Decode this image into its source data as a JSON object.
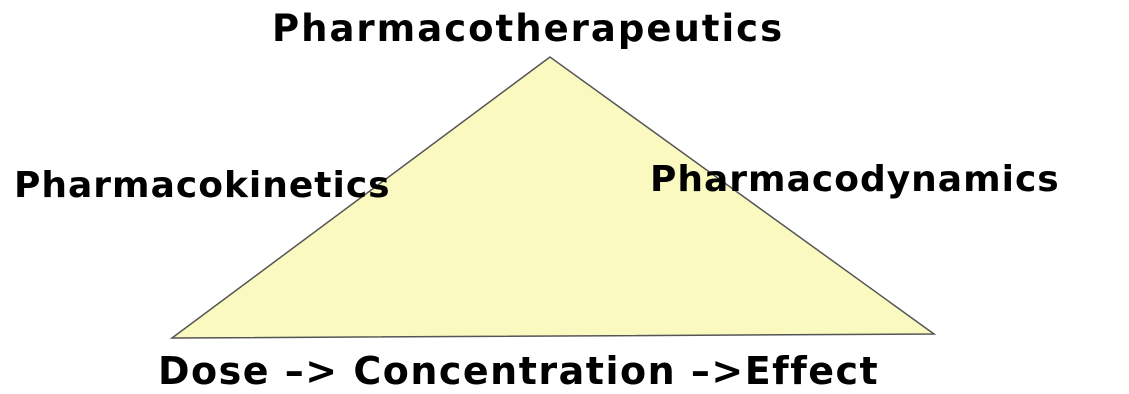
{
  "diagram": {
    "apex_label": "Pharmacotherapeutics",
    "left_label": "Pharmacokinetics",
    "right_label": "Pharmacodynamics",
    "base_label": "Dose –> Concentration –>Effect"
  },
  "colors": {
    "triangle_fill": "#fafac0",
    "triangle_stroke": "#555555",
    "text": "#000000",
    "background": "#ffffff"
  }
}
